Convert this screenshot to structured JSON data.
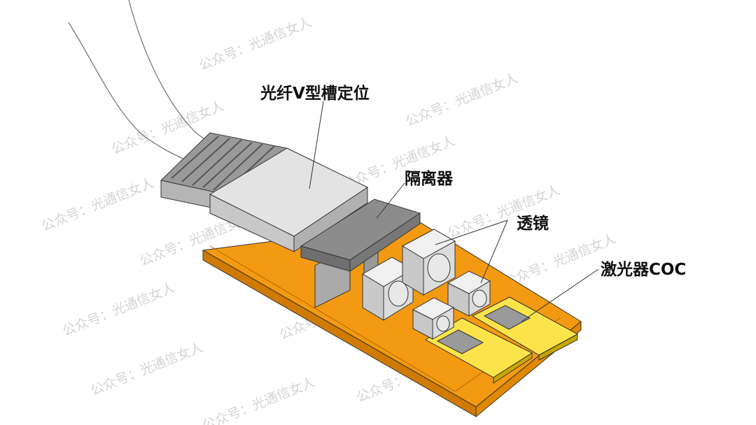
{
  "labels": {
    "fiber_vgroove": "光纤V型槽定位",
    "isolator": "隔离器",
    "lens": "透镜",
    "laser_coc": "激光器COC"
  },
  "watermark": "公众号：光通信女人",
  "colors": {
    "substrate": "#f39a12",
    "substrate_side": "#d07a00",
    "coc_pad": "#fbe44a",
    "block_light": "#dedede",
    "block_dark": "#8c8c8c"
  }
}
